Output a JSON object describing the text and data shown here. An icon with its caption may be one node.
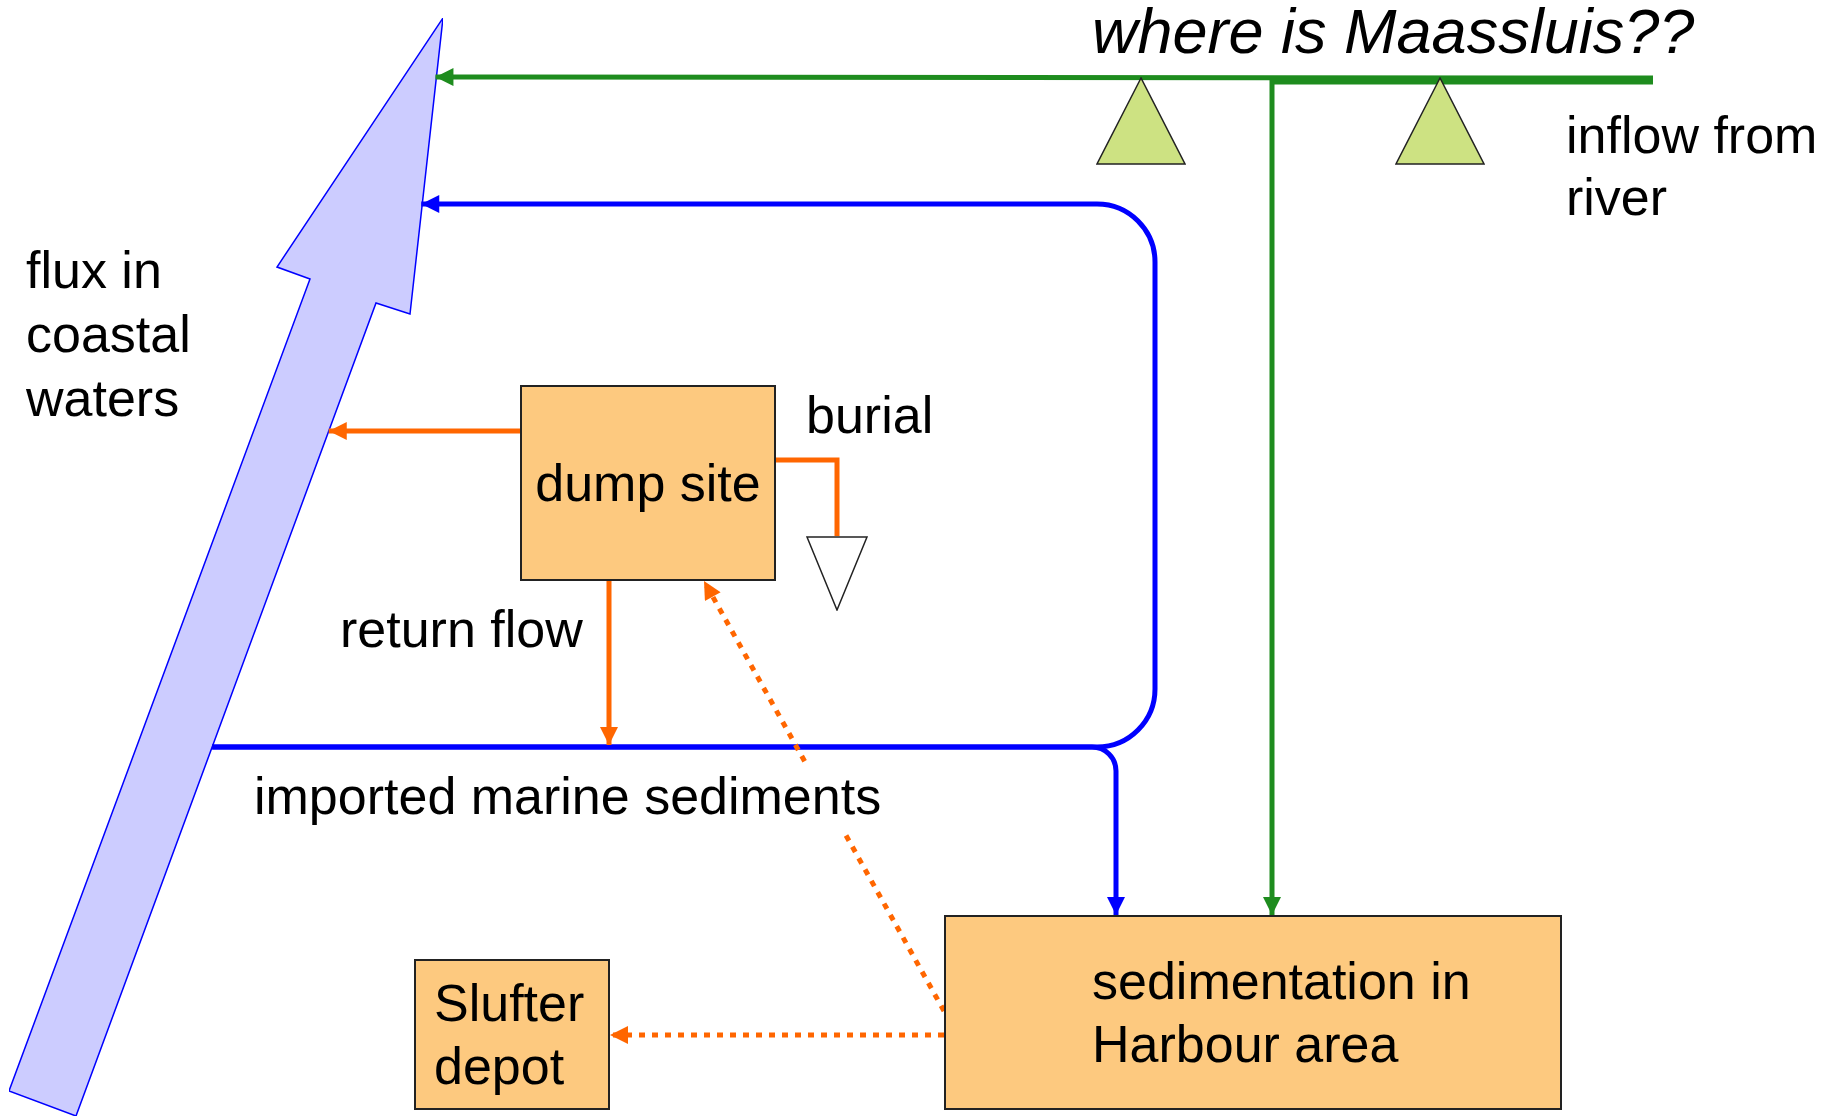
{
  "diagram": {
    "nodes": [
      {
        "text": [],
        "shape": "arrow",
        "beside": [
          "flux in coastal waters"
        ]
      },
      {
        "text": [
          "inflow from river"
        ]
      },
      {
        "text": [
          "dump site"
        ]
      },
      {
        "text": [],
        "shape": "triangle"
      },
      {
        "text": [
          "Slufter depot"
        ]
      },
      {
        "text": [
          "sedimentation in Harbour area"
        ]
      },
      {
        "text": [],
        "shape": "triangle"
      },
      {
        "text": [],
        "shape": "triangle"
      }
    ],
    "edges": [
      {
        "from": 1,
        "to": 0,
        "arrow": "to",
        "color": "#1e8c1e"
      },
      {
        "from": 1,
        "to": 5,
        "arrow": "to",
        "color": "#1e8c1e"
      },
      {
        "from": 0,
        "to": 0,
        "arrow": "to",
        "color": "#0000ff"
      },
      {
        "from": 0,
        "to": 5,
        "arrow": "to",
        "label": "imported marine sediments",
        "color": "#0000ff"
      },
      {
        "from": 2,
        "to": 0,
        "arrow": "to"
      },
      {
        "from": 2,
        "to": 3,
        "arrow": "none",
        "label": "burial"
      },
      {
        "from": 2,
        "to": null,
        "arrow": "to",
        "label": "return flow"
      },
      {
        "from": 5,
        "to": 2,
        "arrow": "to",
        "style": "dashed"
      },
      {
        "from": 5,
        "to": 4,
        "arrow": "to",
        "style": "dashed"
      }
    ],
    "labels": [
      "where is Maassluis??"
    ]
  }
}
